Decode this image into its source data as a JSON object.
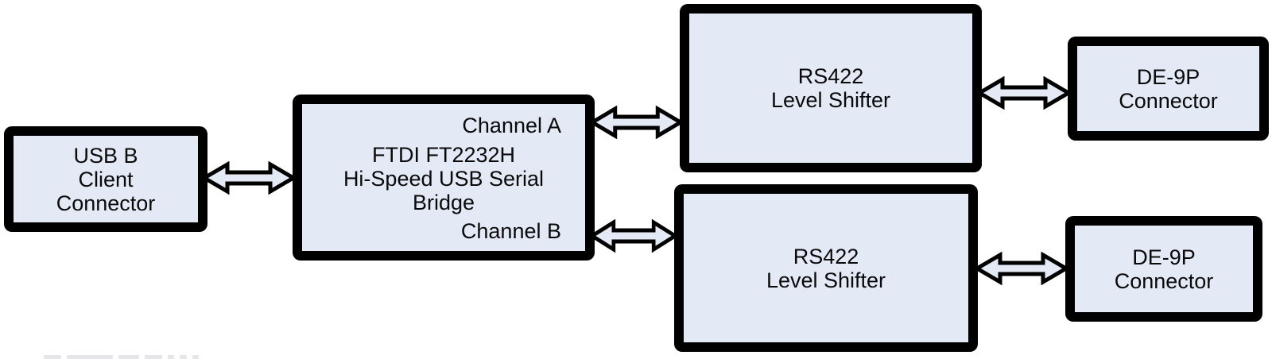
{
  "colors": {
    "background": "#ffffff",
    "box_fill": "#e3e9f5",
    "box_border": "#000000",
    "arrow_fill": "#e3e9f5",
    "arrow_outline": "#000000",
    "text": "#0a0a0a"
  },
  "blocks": {
    "usb_connector": {
      "lines": [
        "USB B",
        "Client",
        "Connector"
      ]
    },
    "usb_bridge": {
      "channel_a": "Channel A",
      "channel_b": "Channel B",
      "title_lines": [
        "FTDI FT2232H",
        "Hi-Speed USB Serial",
        "Bridge"
      ]
    },
    "level_shifter_top": {
      "lines": [
        "RS422",
        "Level Shifter"
      ]
    },
    "level_shifter_bottom": {
      "lines": [
        "RS422",
        "Level Shifter"
      ]
    },
    "de9p_top": {
      "lines": [
        "DE-9P",
        "Connector"
      ]
    },
    "de9p_bottom": {
      "lines": [
        "DE-9P",
        "Connector"
      ]
    }
  },
  "connections": [
    {
      "from": "USB B Client Connector",
      "to": "FTDI FT2232H Hi-Speed USB Serial Bridge",
      "type": "bidirectional"
    },
    {
      "from": "FTDI FT2232H Channel A",
      "to": "RS422 Level Shifter (top)",
      "type": "bidirectional"
    },
    {
      "from": "FTDI FT2232H Channel B",
      "to": "RS422 Level Shifter (bottom)",
      "type": "bidirectional"
    },
    {
      "from": "RS422 Level Shifter (top)",
      "to": "DE-9P Connector (top)",
      "type": "bidirectional"
    },
    {
      "from": "RS422 Level Shifter (bottom)",
      "to": "DE-9P Connector (bottom)",
      "type": "bidirectional"
    }
  ]
}
